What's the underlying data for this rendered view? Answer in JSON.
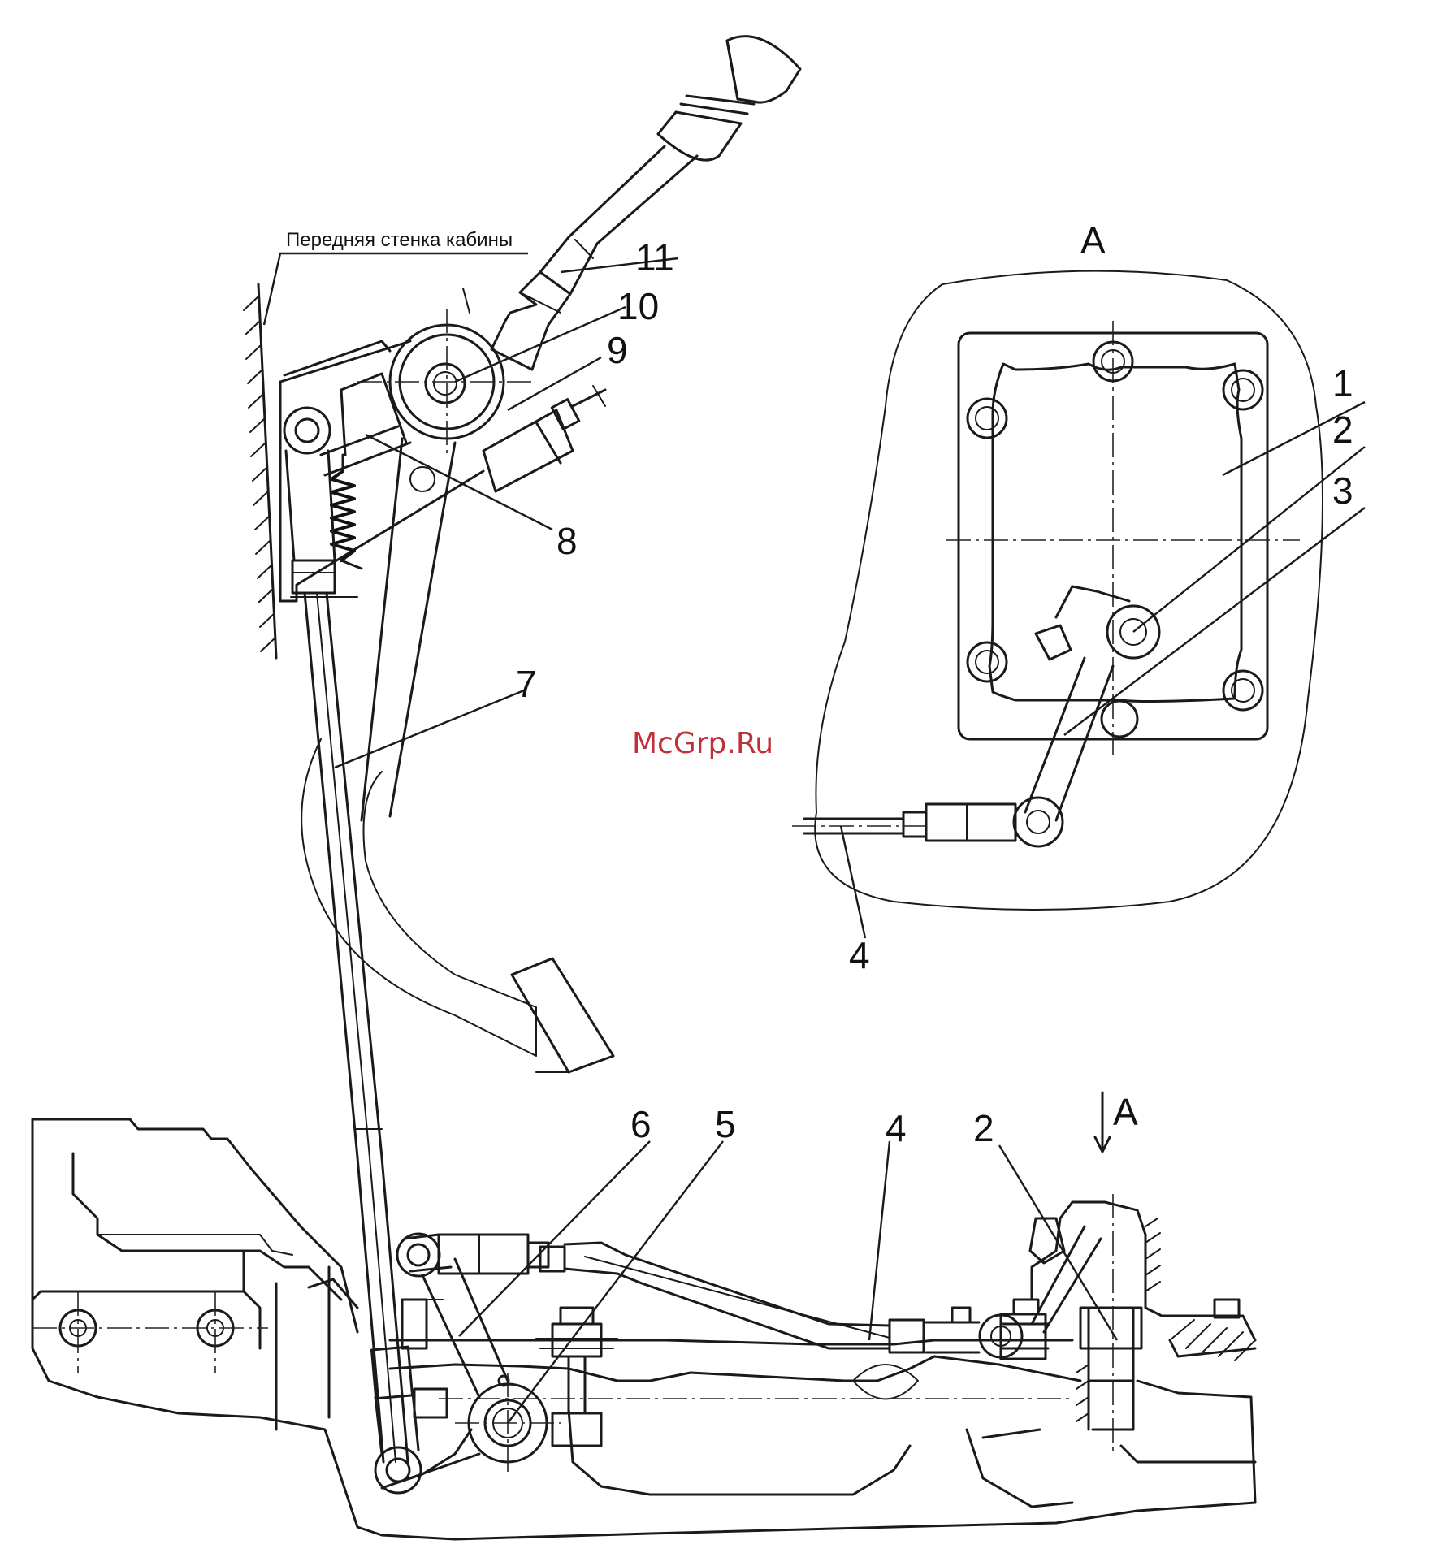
{
  "caption": "Передняя стенка кабины",
  "view_label": "А",
  "view_arrow_label": "А",
  "watermark": "McGrp.Ru",
  "callouts": [
    "1",
    "2",
    "3",
    "4",
    "5",
    "6",
    "7",
    "8",
    "9",
    "10",
    "11"
  ],
  "callout_upper_2": "2",
  "callout_upper_4": "4",
  "colors": {
    "line": "#1a1a1a",
    "watermark": "#c0303a",
    "background": "#ffffff"
  }
}
